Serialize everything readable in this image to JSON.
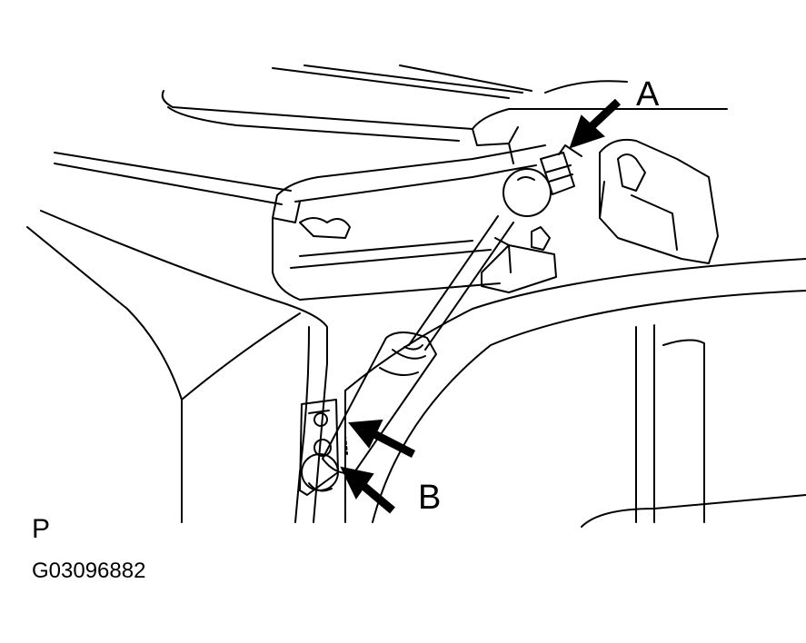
{
  "callouts": {
    "a": "A",
    "b": "B"
  },
  "view_code": "P",
  "figure_id": "G03096882",
  "colors": {
    "ink": "#000000",
    "paper": "#ffffff"
  }
}
